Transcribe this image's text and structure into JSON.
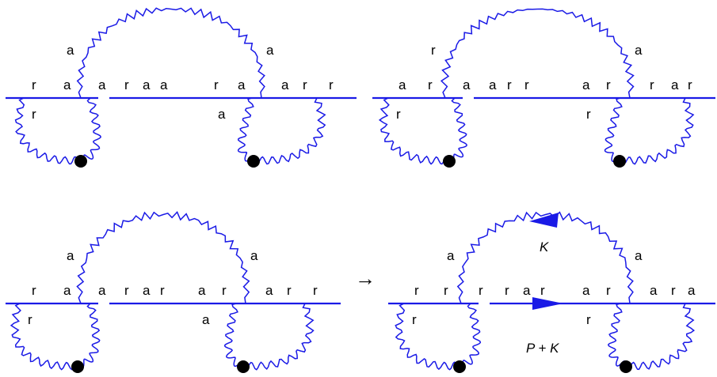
{
  "colors": {
    "line": "#1a1ae6",
    "dot": "#000000",
    "text": "#000000"
  },
  "implies_arrow": "→",
  "momentum_labels": {
    "loop": "K",
    "line": "P + K"
  },
  "panels": [
    {
      "id": "top-left",
      "labels": [
        "r",
        "a",
        "a",
        "a",
        "r",
        "a",
        "a",
        "r",
        "a",
        "a",
        "r",
        "a",
        "r",
        "a",
        "r"
      ]
    },
    {
      "id": "top-right",
      "labels": [
        "a",
        "r",
        "a",
        "r",
        "a",
        "r",
        "r",
        "a",
        "r",
        "r",
        "a",
        "a",
        "r",
        "r",
        "r"
      ]
    },
    {
      "id": "bottom-left",
      "labels": [
        "r",
        "a",
        "a",
        "a",
        "r",
        "a",
        "r",
        "a",
        "r",
        "a",
        "r",
        "a",
        "r",
        "a",
        "r"
      ]
    },
    {
      "id": "bottom-right",
      "labels": [
        "r",
        "r",
        "r",
        "a",
        "r",
        "a",
        "r",
        "a",
        "r",
        "a",
        "r",
        "a",
        "r",
        "r",
        "a"
      ]
    }
  ]
}
